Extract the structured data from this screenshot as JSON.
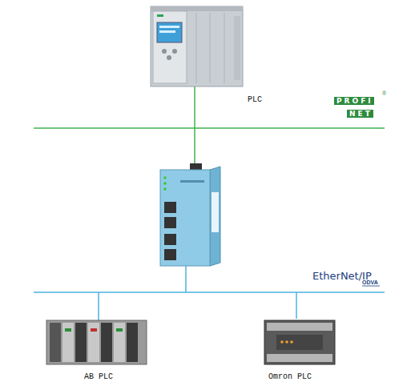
{
  "diagram": {
    "nodes": [
      {
        "text": [
          "PLC"
        ]
      },
      {
        "text": [
          "AB PLC"
        ]
      },
      {
        "text": [
          "Omron PLC"
        ]
      }
    ],
    "labels": [
      "PROFI",
      "NET",
      "®",
      "EtherNet/IP",
      "ODVA"
    ]
  }
}
